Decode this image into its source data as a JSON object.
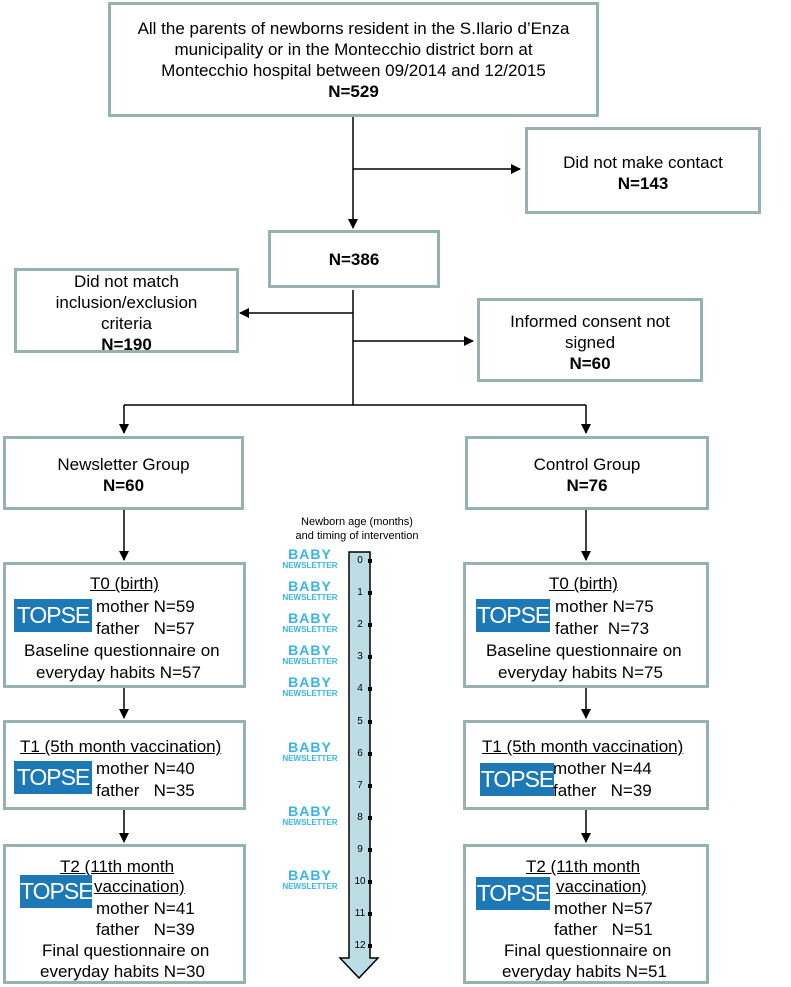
{
  "top_box": {
    "lines": [
      "All the parents of newborns resident in the S.Ilario d’Enza",
      "municipality or in the Montecchio district born at",
      "Montecchio hospital between 09/2014 and 12/2015"
    ],
    "n": "N=529"
  },
  "no_contact": {
    "label": "Did not make contact",
    "n": "N=143"
  },
  "mid_box": {
    "n": "N=386"
  },
  "excluded": {
    "lines": [
      "Did not match",
      "inclusion/exclusion",
      "criteria"
    ],
    "n": "N=190"
  },
  "no_consent": {
    "lines": [
      "Informed consent not",
      "signed"
    ],
    "n": "N=60"
  },
  "newsletter_group": {
    "label": "Newsletter Group",
    "n": "N=60"
  },
  "control_group": {
    "label": "Control Group",
    "n": "N=76"
  },
  "timeline": {
    "title_lines": [
      "Newborn age (months)",
      "and timing of intervention"
    ],
    "ticks": [
      "0",
      "1",
      "2",
      "3",
      "4",
      "5",
      "6",
      "7",
      "8",
      "9",
      "10",
      "11",
      "12"
    ],
    "baby_word": "BABY",
    "newsletter_word": "NEWSLETTER"
  },
  "topse_label": "TOPSE",
  "newsletter_t0": {
    "title": "T0 (birth)",
    "mother": "mother N=59",
    "father": "father   N=57",
    "q_lines": [
      "Baseline questionnaire on",
      "everyday habits N=57"
    ]
  },
  "newsletter_t1": {
    "title": "T1 (5th month vaccination)",
    "mother": "mother N=40",
    "father": "father   N=35"
  },
  "newsletter_t2": {
    "title_lines": [
      "T2 (11th month",
      "vaccination)"
    ],
    "mother": "mother N=41",
    "father": "father   N=39",
    "q_lines": [
      "Final questionnaire on",
      "everyday habits N=30"
    ]
  },
  "control_t0": {
    "title": "T0 (birth)",
    "mother": "mother N=75",
    "father": "father  N=73",
    "q_lines": [
      "Baseline questionnaire on",
      "everyday habits N=75"
    ]
  },
  "control_t1": {
    "title": "T1 (5th month vaccination)",
    "mother": "mother N=44",
    "father": "father   N=39"
  },
  "control_t2": {
    "title_lines": [
      "T2 (11th month",
      "vaccination)"
    ],
    "mother": "mother N=57",
    "father": "father   N=51",
    "q_lines": [
      "Final questionnaire on",
      "everyday habits N=51"
    ]
  },
  "colors": {
    "box_border": "#95b2b0",
    "topse_bg": "#1d78b6",
    "baby_text": "#37b6e5",
    "timeline_fill": "#bcdde4"
  }
}
